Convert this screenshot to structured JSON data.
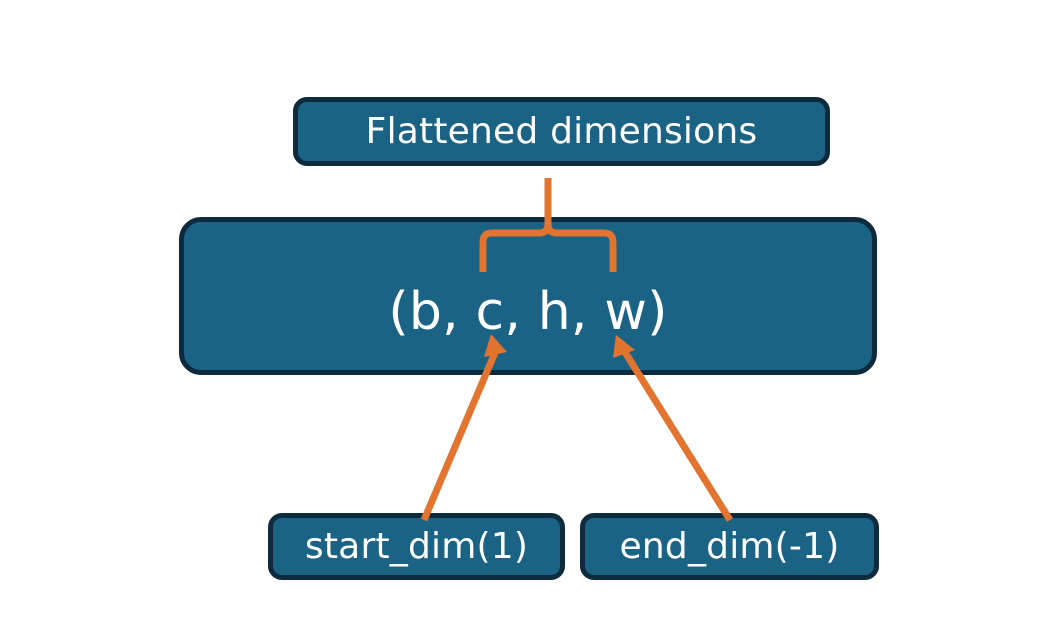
{
  "diagram": {
    "title_node": {
      "id": "flattened-dimensions",
      "label": "Flattened dimensions"
    },
    "shape_node": {
      "id": "tensor-shape",
      "label": "(b, c, h, w)"
    },
    "start_node": {
      "id": "start-dim",
      "label": "start_dim(1)"
    },
    "end_node": {
      "id": "end-dim",
      "label": "end_dim(-1)"
    },
    "connectors": [
      {
        "name": "brace-connector",
        "from": "tensor-shape",
        "to": "flattened-dimensions",
        "style": "curly-brace-with-stem"
      },
      {
        "name": "start-dim-arrow",
        "from": "start-dim",
        "to": "tensor-shape",
        "style": "arrow"
      },
      {
        "name": "end-dim-arrow",
        "from": "end-dim",
        "to": "tensor-shape",
        "style": "arrow"
      }
    ],
    "colors": {
      "node_fill": "#1A6385",
      "node_border": "#0E2B3D",
      "node_text": "#FFFFFF",
      "connector": "#E2742F",
      "background": "#FFFFFF"
    }
  }
}
